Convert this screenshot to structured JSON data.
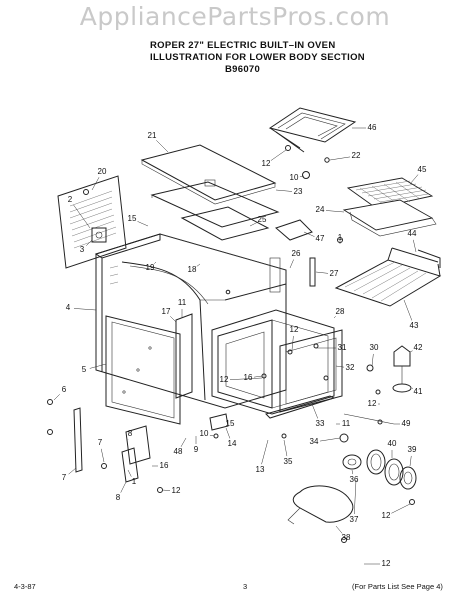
{
  "watermark": "AppliancePartsPros.com",
  "header": {
    "line1": "ROPER  27\" ELECTRIC BUILT–IN OVEN",
    "line2": "ILLUSTRATION FOR LOWER BODY SECTION",
    "line3": "B96070"
  },
  "footer": {
    "date": "4-3-87",
    "page": "3",
    "note": "(For Parts List See Page 4)"
  },
  "callouts": [
    "46",
    "12",
    "22",
    "10",
    "23",
    "21",
    "20",
    "45",
    "24",
    "2",
    "15",
    "25",
    "47",
    "1",
    "44",
    "3",
    "26",
    "19",
    "18",
    "27",
    "4",
    "11",
    "17",
    "43",
    "28",
    "12",
    "5",
    "31",
    "42",
    "30",
    "6",
    "7",
    "32",
    "16",
    "12",
    "41",
    "12",
    "49",
    "33",
    "11",
    "48",
    "10",
    "15",
    "8",
    "9",
    "34",
    "36",
    "40",
    "39",
    "12",
    "7",
    "14",
    "35",
    "1",
    "16",
    "13",
    "37",
    "8",
    "12",
    "38",
    "12"
  ],
  "colors": {
    "ink": "#111111",
    "watermark": "#c9c9c9"
  }
}
